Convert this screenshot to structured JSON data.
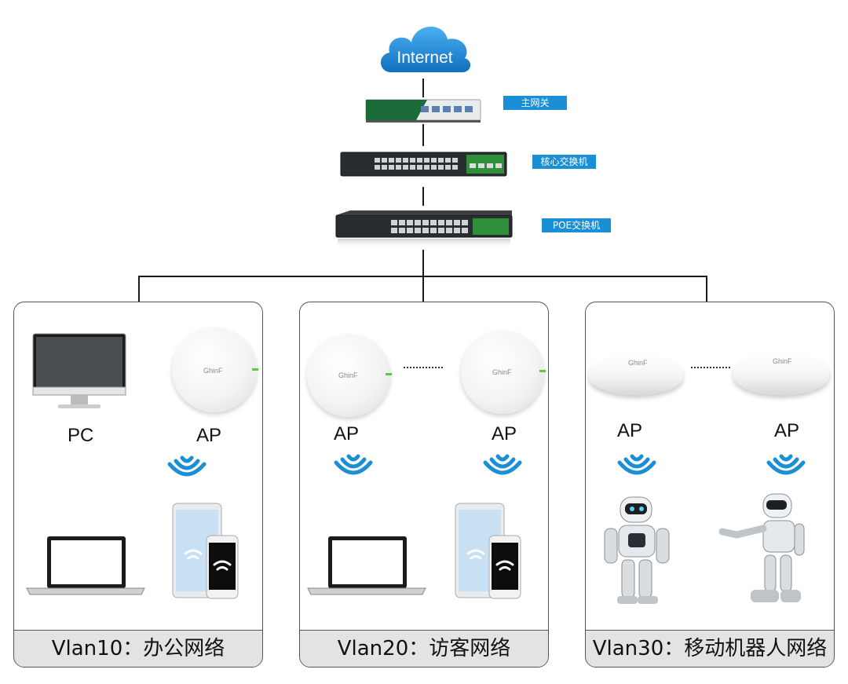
{
  "title": "",
  "internet_label": "Internet",
  "device_tags": {
    "gateway": "主网关",
    "core_switch": "核心交换机",
    "poe_switch": "POE交换机"
  },
  "ap_brand": "GhinF",
  "panels": [
    {
      "footer": "Vlan10：办公网络",
      "labels": [
        "PC",
        "AP"
      ]
    },
    {
      "footer": "Vlan20：访客网络",
      "labels": [
        "AP",
        "AP"
      ]
    },
    {
      "footer": "Vlan30：移动机器人网络",
      "labels": [
        "AP",
        "AP"
      ]
    }
  ],
  "colors": {
    "tag_bg": "#1a8fd6",
    "cloud": "#1e88d4",
    "wifi": "#1a8fd6",
    "led": "#5cc83a"
  }
}
